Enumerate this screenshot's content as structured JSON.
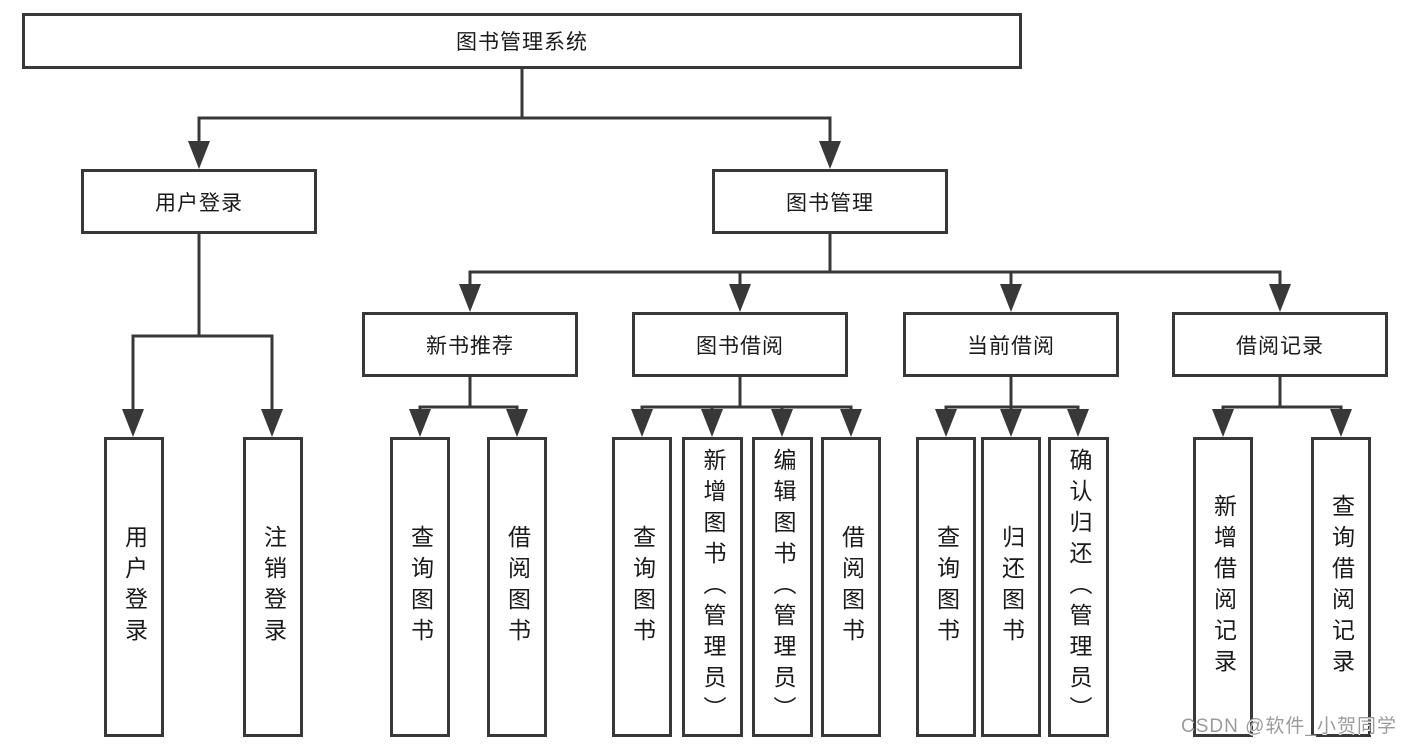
{
  "diagram": {
    "root": {
      "label": "图书管理系统"
    },
    "branches": [
      {
        "label": "用户登录",
        "children": [
          {
            "label": "用户登录"
          },
          {
            "label": "注销登录"
          }
        ]
      },
      {
        "label": "图书管理",
        "children": [
          {
            "label": "新书推荐",
            "children": [
              {
                "label": "查询图书"
              },
              {
                "label": "借阅图书"
              }
            ]
          },
          {
            "label": "图书借阅",
            "children": [
              {
                "label": "查询图书"
              },
              {
                "label": "新增图书（管理员）"
              },
              {
                "label": "编辑图书（管理员）"
              },
              {
                "label": "借阅图书"
              }
            ]
          },
          {
            "label": "当前借阅",
            "children": [
              {
                "label": "查询图书"
              },
              {
                "label": "归还图书"
              },
              {
                "label": "确认归还（管理员）"
              }
            ]
          },
          {
            "label": "借阅记录",
            "children": [
              {
                "label": "新增借阅记录"
              },
              {
                "label": "查询借阅记录"
              }
            ]
          }
        ]
      }
    ]
  },
  "watermark": {
    "text": "CSDN @软件_小贺同学"
  },
  "colors": {
    "line": "#383838",
    "box_border": "#383838",
    "box_background": "#ffffff",
    "text": "#1a1a1a",
    "watermark": "#9c9c9c",
    "page_background": "#ffffff"
  }
}
